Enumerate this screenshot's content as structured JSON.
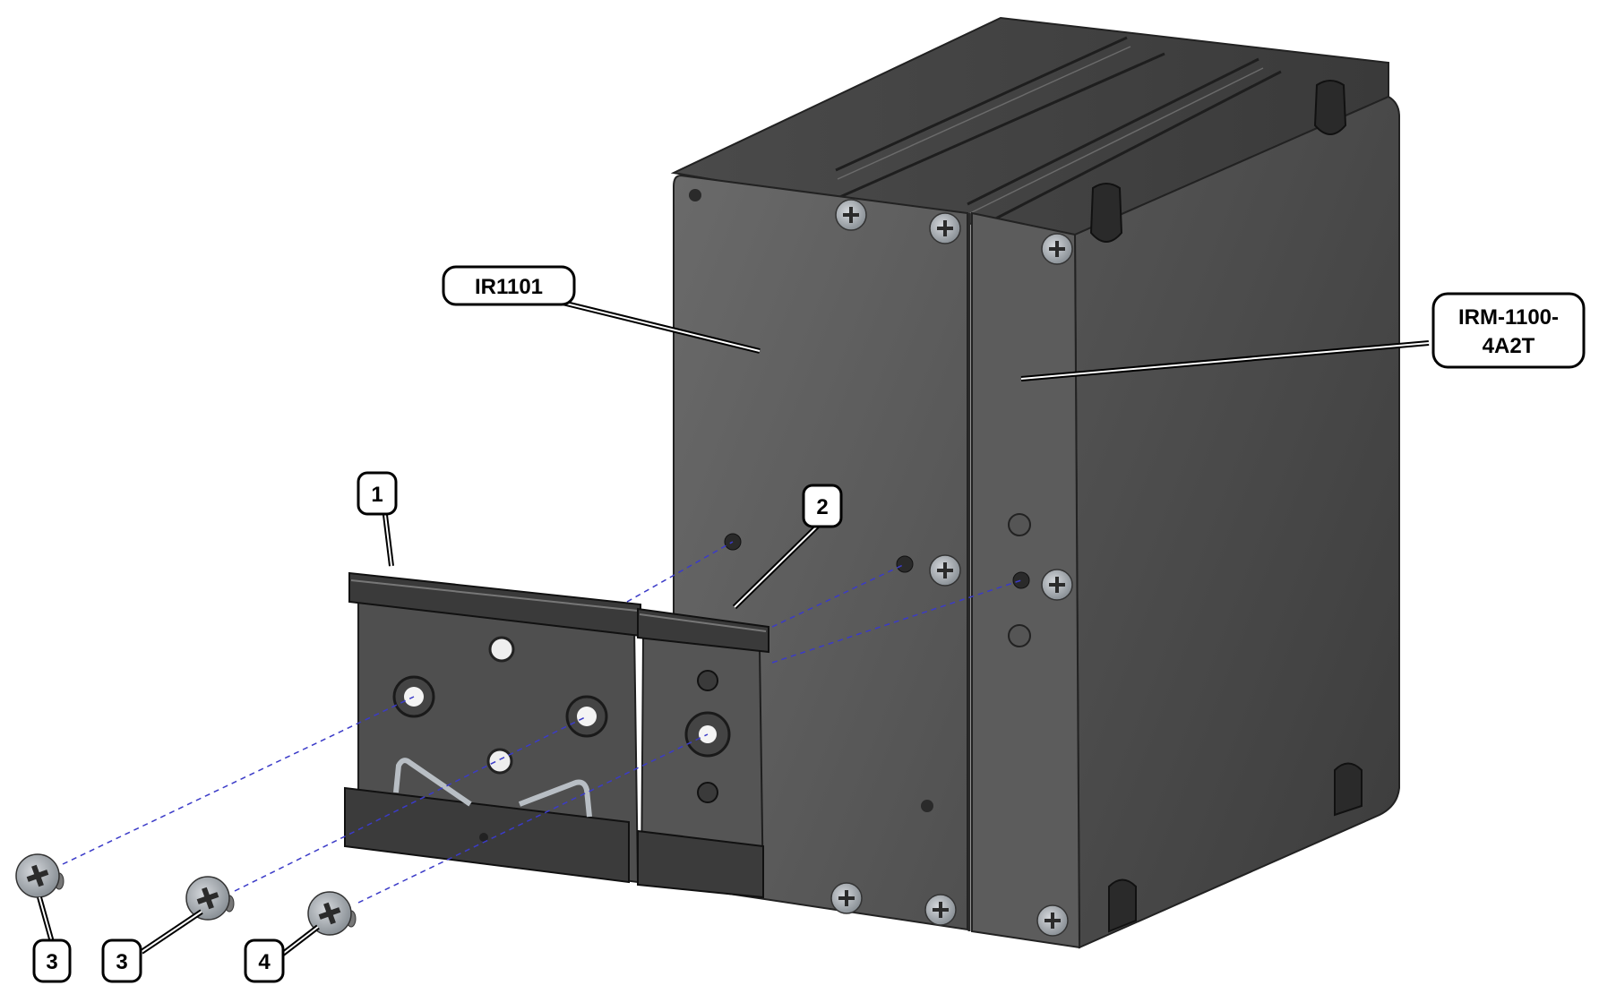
{
  "labels": {
    "ir1101": "IR1101",
    "irm_line1": "IRM-1100-",
    "irm_line2": "4A2T",
    "item1": "1",
    "item2": "2",
    "item3a": "3",
    "item3b": "3",
    "item4": "4"
  },
  "colors": {
    "body_front": "#5a5a5a",
    "body_side": "#4a4a4a",
    "body_top": "#3f3f3f",
    "edge": "#2a2a2a",
    "rail": "#505050",
    "screw": "#9aa0a6",
    "dashed": "#3b3bc8",
    "callout_border": "#000000"
  }
}
